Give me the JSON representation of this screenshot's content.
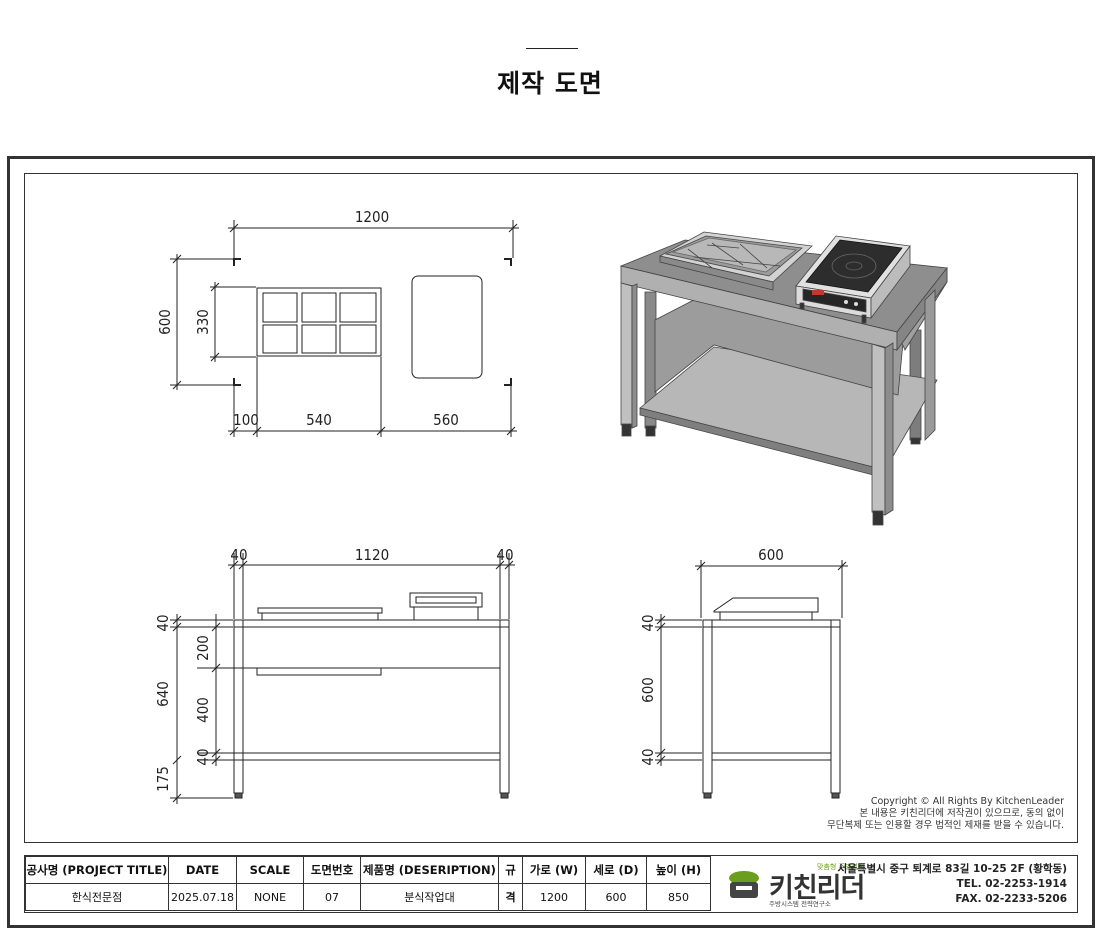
{
  "page": {
    "title": "제작 도면"
  },
  "drawing": {
    "plan": {
      "width": "1200",
      "depth": "600",
      "bin_depth": "330",
      "offset": "100",
      "bin_width": "540",
      "cooker_width": "560"
    },
    "front": {
      "left_margin": "40",
      "inner_width": "1120",
      "right_margin": "40",
      "top_thickness": "40",
      "drawer_height": "200",
      "leg_height": "640",
      "open_height": "400",
      "shelf_thickness": "40",
      "foot_height": "175"
    },
    "side": {
      "depth": "600",
      "top_thickness": "40",
      "open_height": "600",
      "shelf_thickness": "40"
    }
  },
  "copyright": {
    "line1": "Copyright © All Rights By KitchenLeader",
    "line2": "본 내용은 키친리더에 저작권이 있으므로, 동의 없이",
    "line3": "무단복제 또는 인용할 경우 법적인 제재를 받을 수 있습니다."
  },
  "title_block": {
    "headers": {
      "project": "공사명 (PROJECT TITLE)",
      "date": "DATE",
      "scale": "SCALE",
      "drawing_no": "도면번호",
      "product": "제품명 (DESERIPTION)",
      "spec_1": "규",
      "spec_2": "격",
      "width": "가로 (W)",
      "depth": "세로 (D)",
      "height": "높이 (H)"
    },
    "values": {
      "project": "한식전문점",
      "date": "2025.07.18",
      "scale": "NONE",
      "drawing_no": "07",
      "product": "분식작업대",
      "width": "1200",
      "depth": "600",
      "height": "850"
    }
  },
  "company": {
    "logo_text": "키친리더",
    "tagline_top": "맞춤형 주방설계",
    "tagline_bottom": "주방시스템 전략연구소",
    "address": "서울특별시 중구 퇴계로 83길 10-25 2F (황학동)",
    "tel": "TEL. 02-2253-1914",
    "fax": "FAX. 02-2233-5206"
  },
  "colors": {
    "line": "#222222",
    "steel_top": "#8e8e8e",
    "steel_side": "#a5a5a5",
    "steel_dark": "#6f6f6f",
    "logo_green": "#6a9e1f"
  }
}
